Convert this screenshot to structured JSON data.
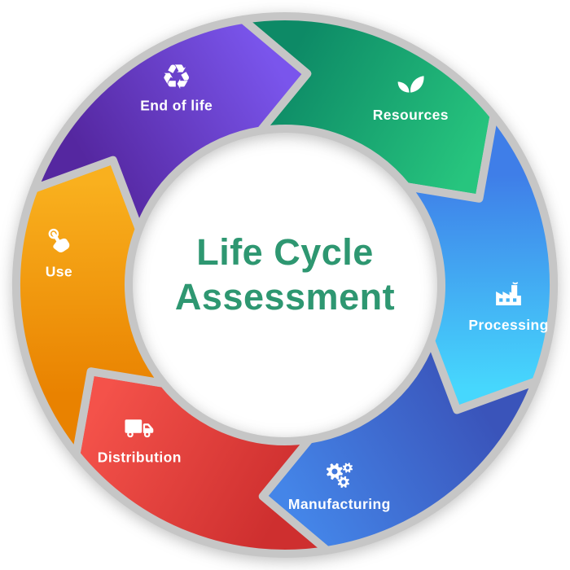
{
  "diagram": {
    "title": {
      "line1": "Life Cycle",
      "line2": "Assessment",
      "color": "#2E9771"
    },
    "flow_direction": "clockwise",
    "outline_color": "#C6C6C6",
    "label_color": "#FFFFFF",
    "segments": [
      {
        "label": "Resources",
        "icon": "leaf-icon",
        "color_start": "#0D8A66",
        "color_end": "#27C57E"
      },
      {
        "label": "Processing",
        "icon": "factory-icon",
        "color_start": "#3F7EE8",
        "color_end": "#46D7FD"
      },
      {
        "label": "Manufacturing",
        "icon": "gears-icon",
        "color_start": "#3A54BA",
        "color_end": "#4485E8"
      },
      {
        "label": "Distribution",
        "icon": "truck-icon",
        "color_start": "#CE2F2F",
        "color_end": "#F4524A"
      },
      {
        "label": "Use",
        "icon": "tap-icon",
        "color_start": "#E98200",
        "color_end": "#F9B01E"
      },
      {
        "label": "End of life",
        "icon": "recycle-icon",
        "color_start": "#5527A0",
        "color_end": "#7A55EC"
      }
    ]
  }
}
